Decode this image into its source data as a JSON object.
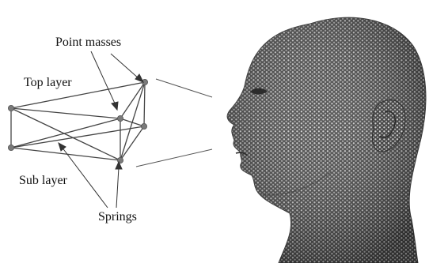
{
  "labels": {
    "point_masses": "Point masses",
    "top_layer": "Top layer",
    "sub_layer": "Sub layer",
    "springs": "Springs"
  },
  "colors": {
    "line": "#444444",
    "node": "#777777",
    "head_fill": "#4b4b4b",
    "head_dots": "#c9c9c9",
    "background": "#ffffff"
  }
}
